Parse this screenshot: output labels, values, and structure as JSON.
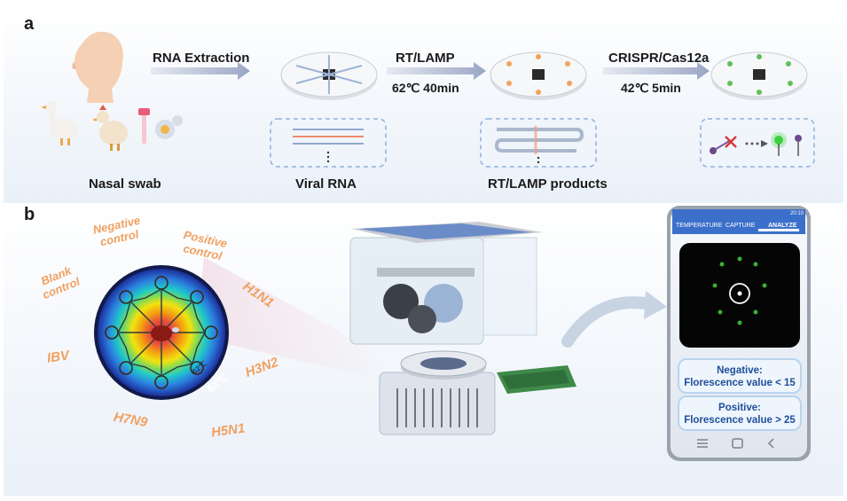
{
  "panel_a": {
    "letter": "a",
    "steps": {
      "rna_extraction": "RNA Extraction",
      "rt_lamp": "RT/LAMP",
      "rt_lamp_condition": "62℃  40min",
      "crispr": "CRISPR/Cas12a",
      "crispr_condition": "42℃  5min"
    },
    "labels": {
      "nasal_swab": "Nasal swab",
      "viral_rna": "Viral RNA",
      "products": "RT/LAMP products"
    }
  },
  "panel_b": {
    "letter": "b",
    "chip_labels": {
      "negative": "Negative control",
      "positive": "Positive control",
      "blank": "Blank control",
      "h1n1": "H1N1",
      "h3n2": "H3N2",
      "ibv": "IBV",
      "h7n9": "H7N9",
      "h5n1": "H5N1"
    },
    "chip_temps": {
      "outer": "42℃",
      "inner": "62℃"
    },
    "phone": {
      "status_time": "20:10",
      "tabs": [
        "TEMPERATURE",
        "CAPTURE",
        "ANALYZE"
      ],
      "active_tab": "ANALYZE",
      "results": [
        {
          "title": "Negative:",
          "detail": "Florescence value < 15"
        },
        {
          "title": "Positive:",
          "detail": "Florescence value > 25"
        }
      ]
    },
    "colors": {
      "phone_header": "#3b6fc9",
      "chip_center": "#c0392b",
      "label_orange": "#f0a060"
    }
  }
}
